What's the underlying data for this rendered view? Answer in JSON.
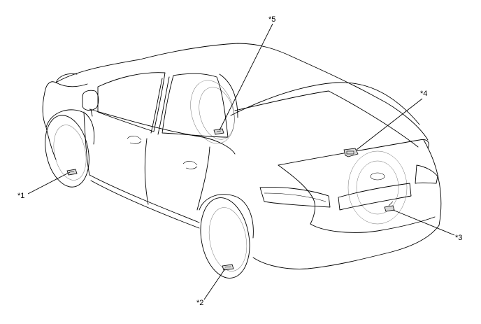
{
  "callouts": [
    {
      "id": "c1",
      "label": "*1"
    },
    {
      "id": "c2",
      "label": "*2"
    },
    {
      "id": "c3",
      "label": "*3"
    },
    {
      "id": "c4",
      "label": "*4"
    },
    {
      "id": "c5",
      "label": "*5"
    }
  ]
}
